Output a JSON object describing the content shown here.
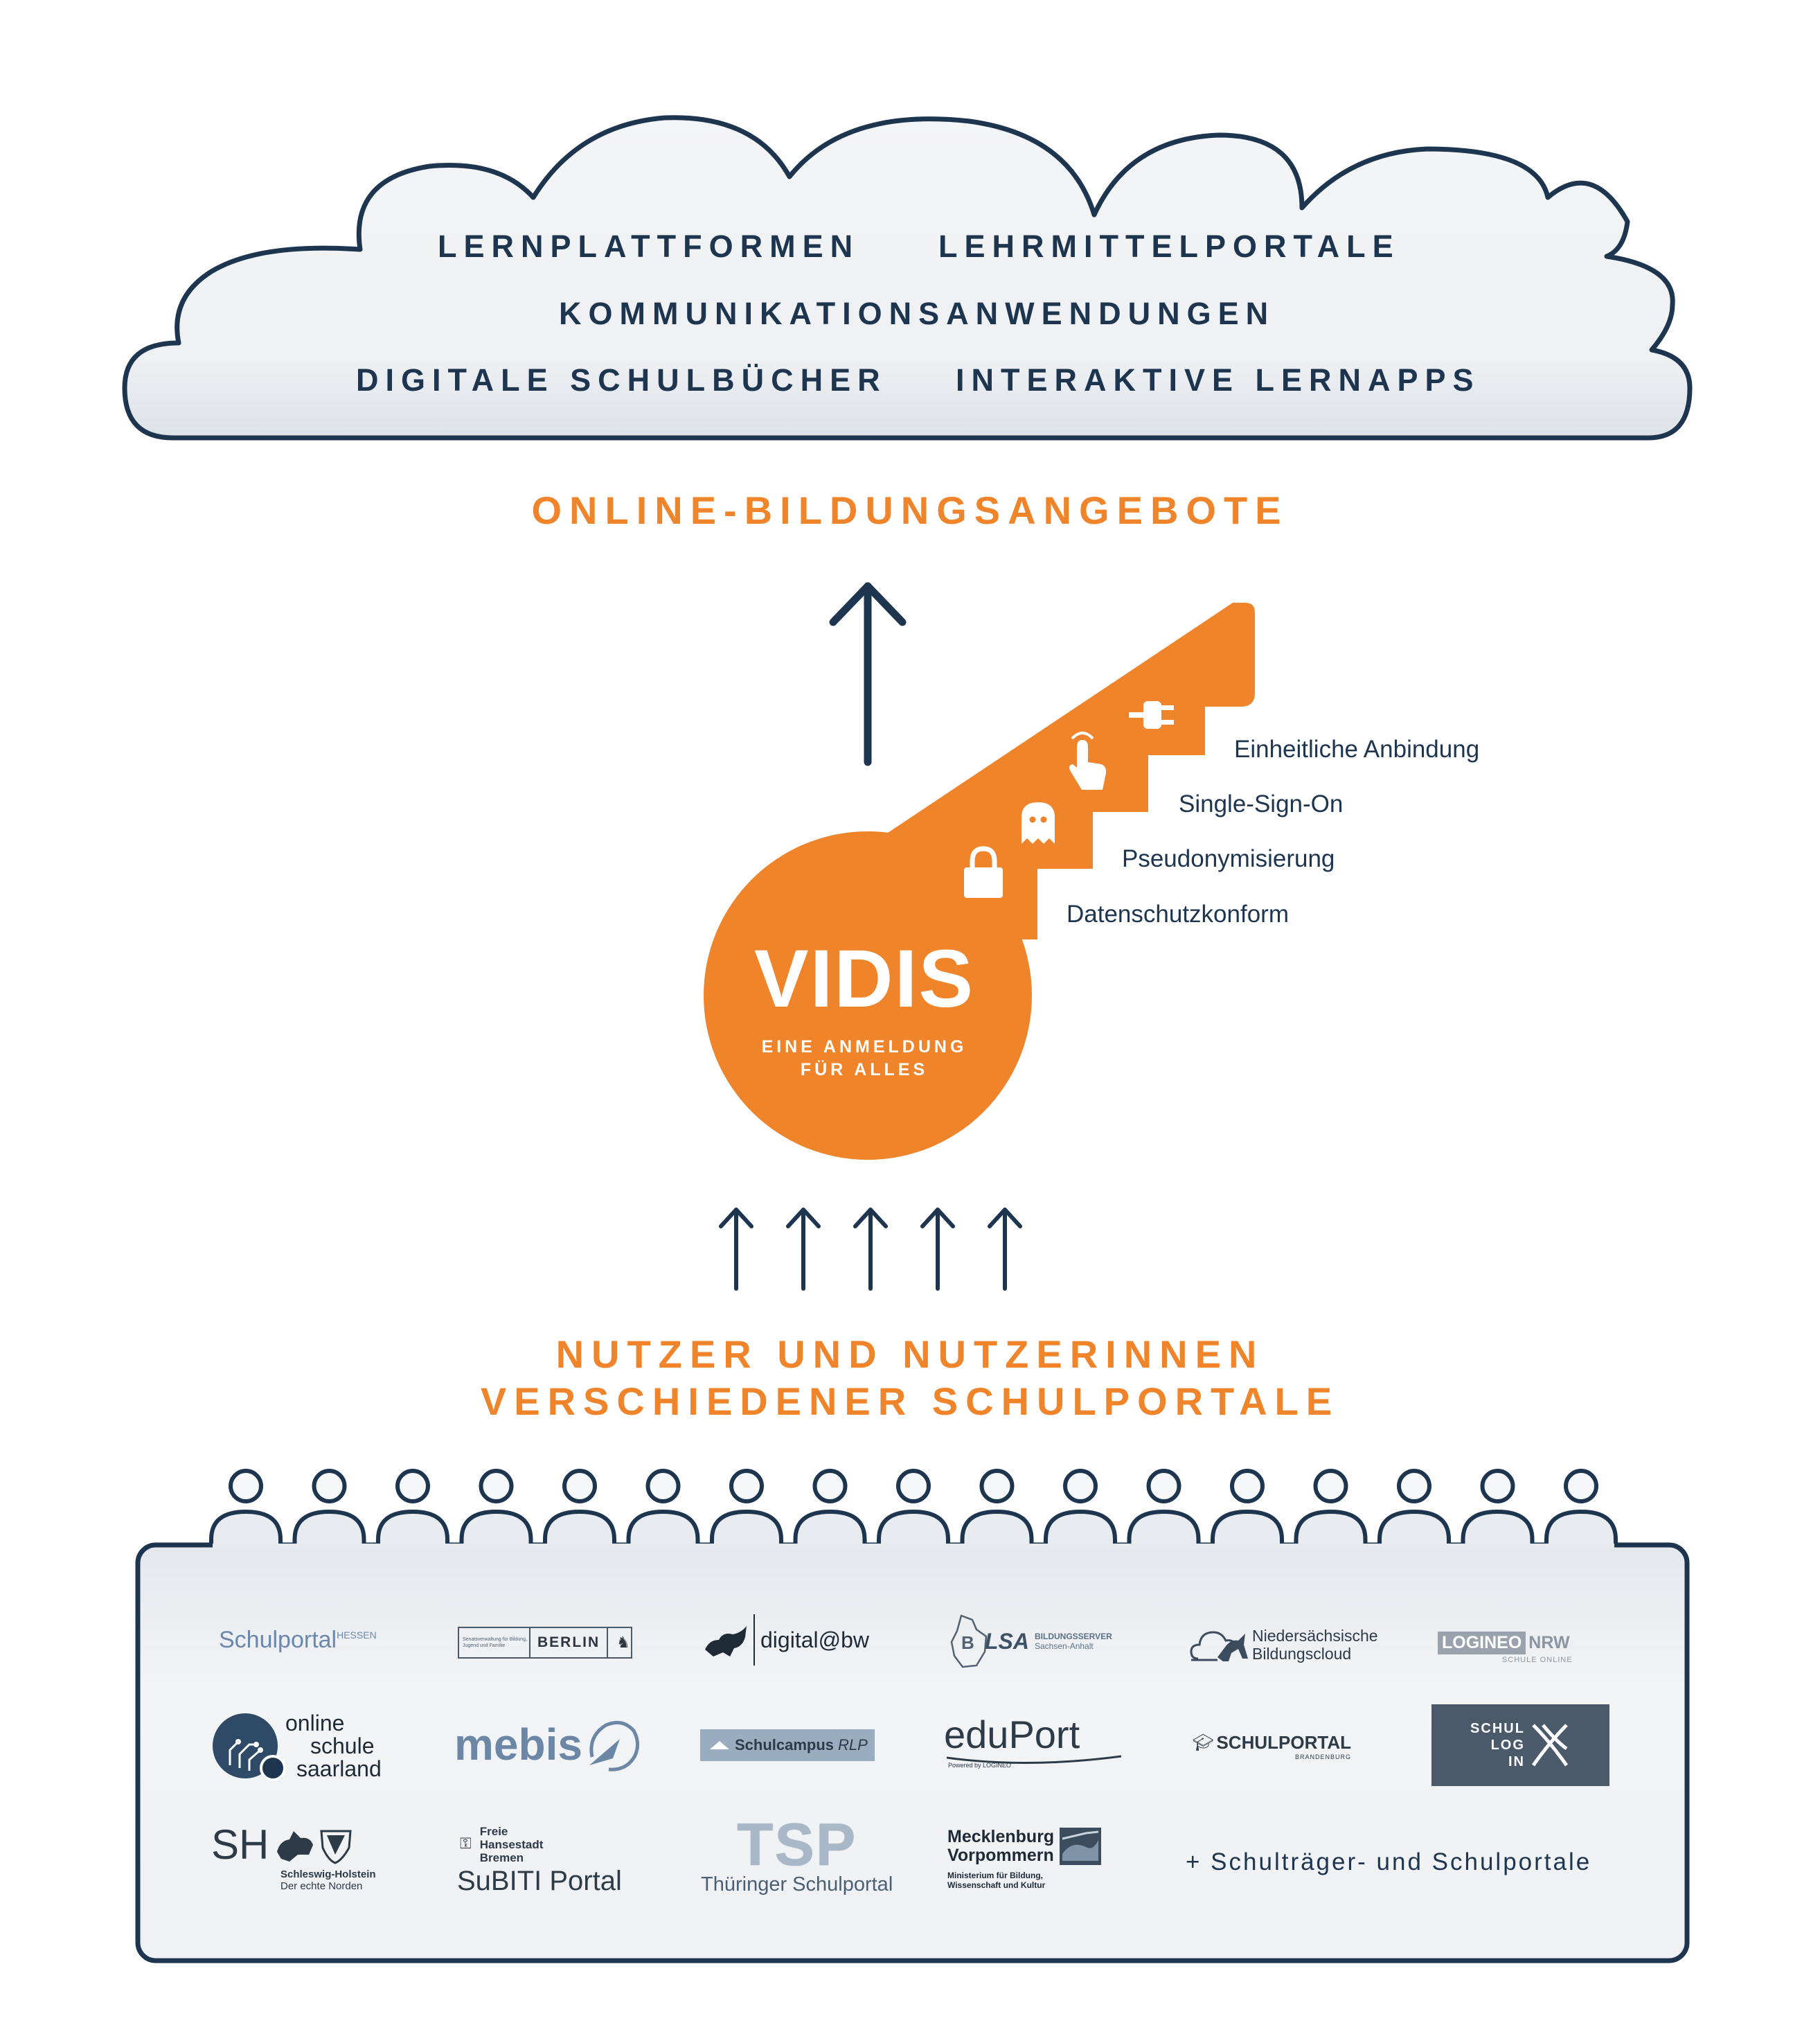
{
  "cloud": {
    "items": [
      "LERNPLATTFORMEN",
      "LEHRMITTELPORTALE",
      "KOMMUNIKATIONSANWENDUNGEN",
      "DIGITALE SCHULBÜCHER",
      "INTERAKTIVE LERNAPPS"
    ]
  },
  "online_heading": "ONLINE-BILDUNGSANGEBOTE",
  "key": {
    "title": "VIDIS",
    "subtitle_line1": "EINE ANMELDUNG",
    "subtitle_line2": "FÜR ALLES",
    "features": [
      "Einheitliche Anbindung",
      "Single-Sign-On",
      "Pseudonymisierung",
      "Datenschutzkonform"
    ],
    "icons": [
      "plug-icon",
      "tap-icon",
      "ghost-icon",
      "lock-icon"
    ]
  },
  "users_heading": {
    "line1": "NUTZER UND NUTZERINNEN",
    "line2": "VERSCHIEDENER SCHULPORTALE"
  },
  "portals": {
    "hessen": {
      "main": "Schulportal",
      "sup": "HESSEN"
    },
    "berlin": {
      "small": "Senatsverwaltung für Bildung, Jugend und Familie",
      "name": "BERLIN"
    },
    "bw": {
      "name": "digital@bw"
    },
    "lsa": {
      "name": "LSA",
      "sub1": "BILDUNGSSERVER",
      "sub2": "Sachsen-Anhalt"
    },
    "niedersachsen": {
      "line1": "Niedersächsische",
      "line2": "Bildungscloud"
    },
    "logineo": {
      "name1": "LOGINEO",
      "name2": "NRW",
      "sub": "SCHULE ONLINE"
    },
    "saarland": {
      "line1": "online",
      "line2": "schule",
      "line3": "saarland"
    },
    "mebis": {
      "name": "mebis"
    },
    "rlp": {
      "name": "Schulcampus",
      "suffix": "RLP"
    },
    "eduport": {
      "name1": "edu",
      "name2": "Port",
      "sub": "Powered by LOGINEO"
    },
    "brandenburg": {
      "name": "SCHULPORTAL",
      "sub": "BRANDENBURG"
    },
    "schullogin": {
      "line1": "SCHUL",
      "line2": "LOG",
      "line3": "IN"
    },
    "sh": {
      "abbr": "SH",
      "line1": "Schleswig-Holstein",
      "line2": "Der echte Norden"
    },
    "bremen": {
      "line1": "Freie",
      "line2": "Hansestadt",
      "line3": "Bremen",
      "name": "SuBITI Portal"
    },
    "thueringen": {
      "abbr": "TSP",
      "name": "Thüringer Schulportal"
    },
    "mv": {
      "line1": "Mecklenburg",
      "line2": "Vorpommern",
      "sub1": "Ministerium für Bildung,",
      "sub2": "Wissenschaft und Kultur"
    },
    "more": "+ Schulträger- und Schulportale"
  },
  "colors": {
    "navy": "#1e3550",
    "orange": "#f0842a",
    "cloud_fill": "#f1f2f4",
    "box_fill": "#eceff2",
    "logo_gray": "#506274"
  }
}
